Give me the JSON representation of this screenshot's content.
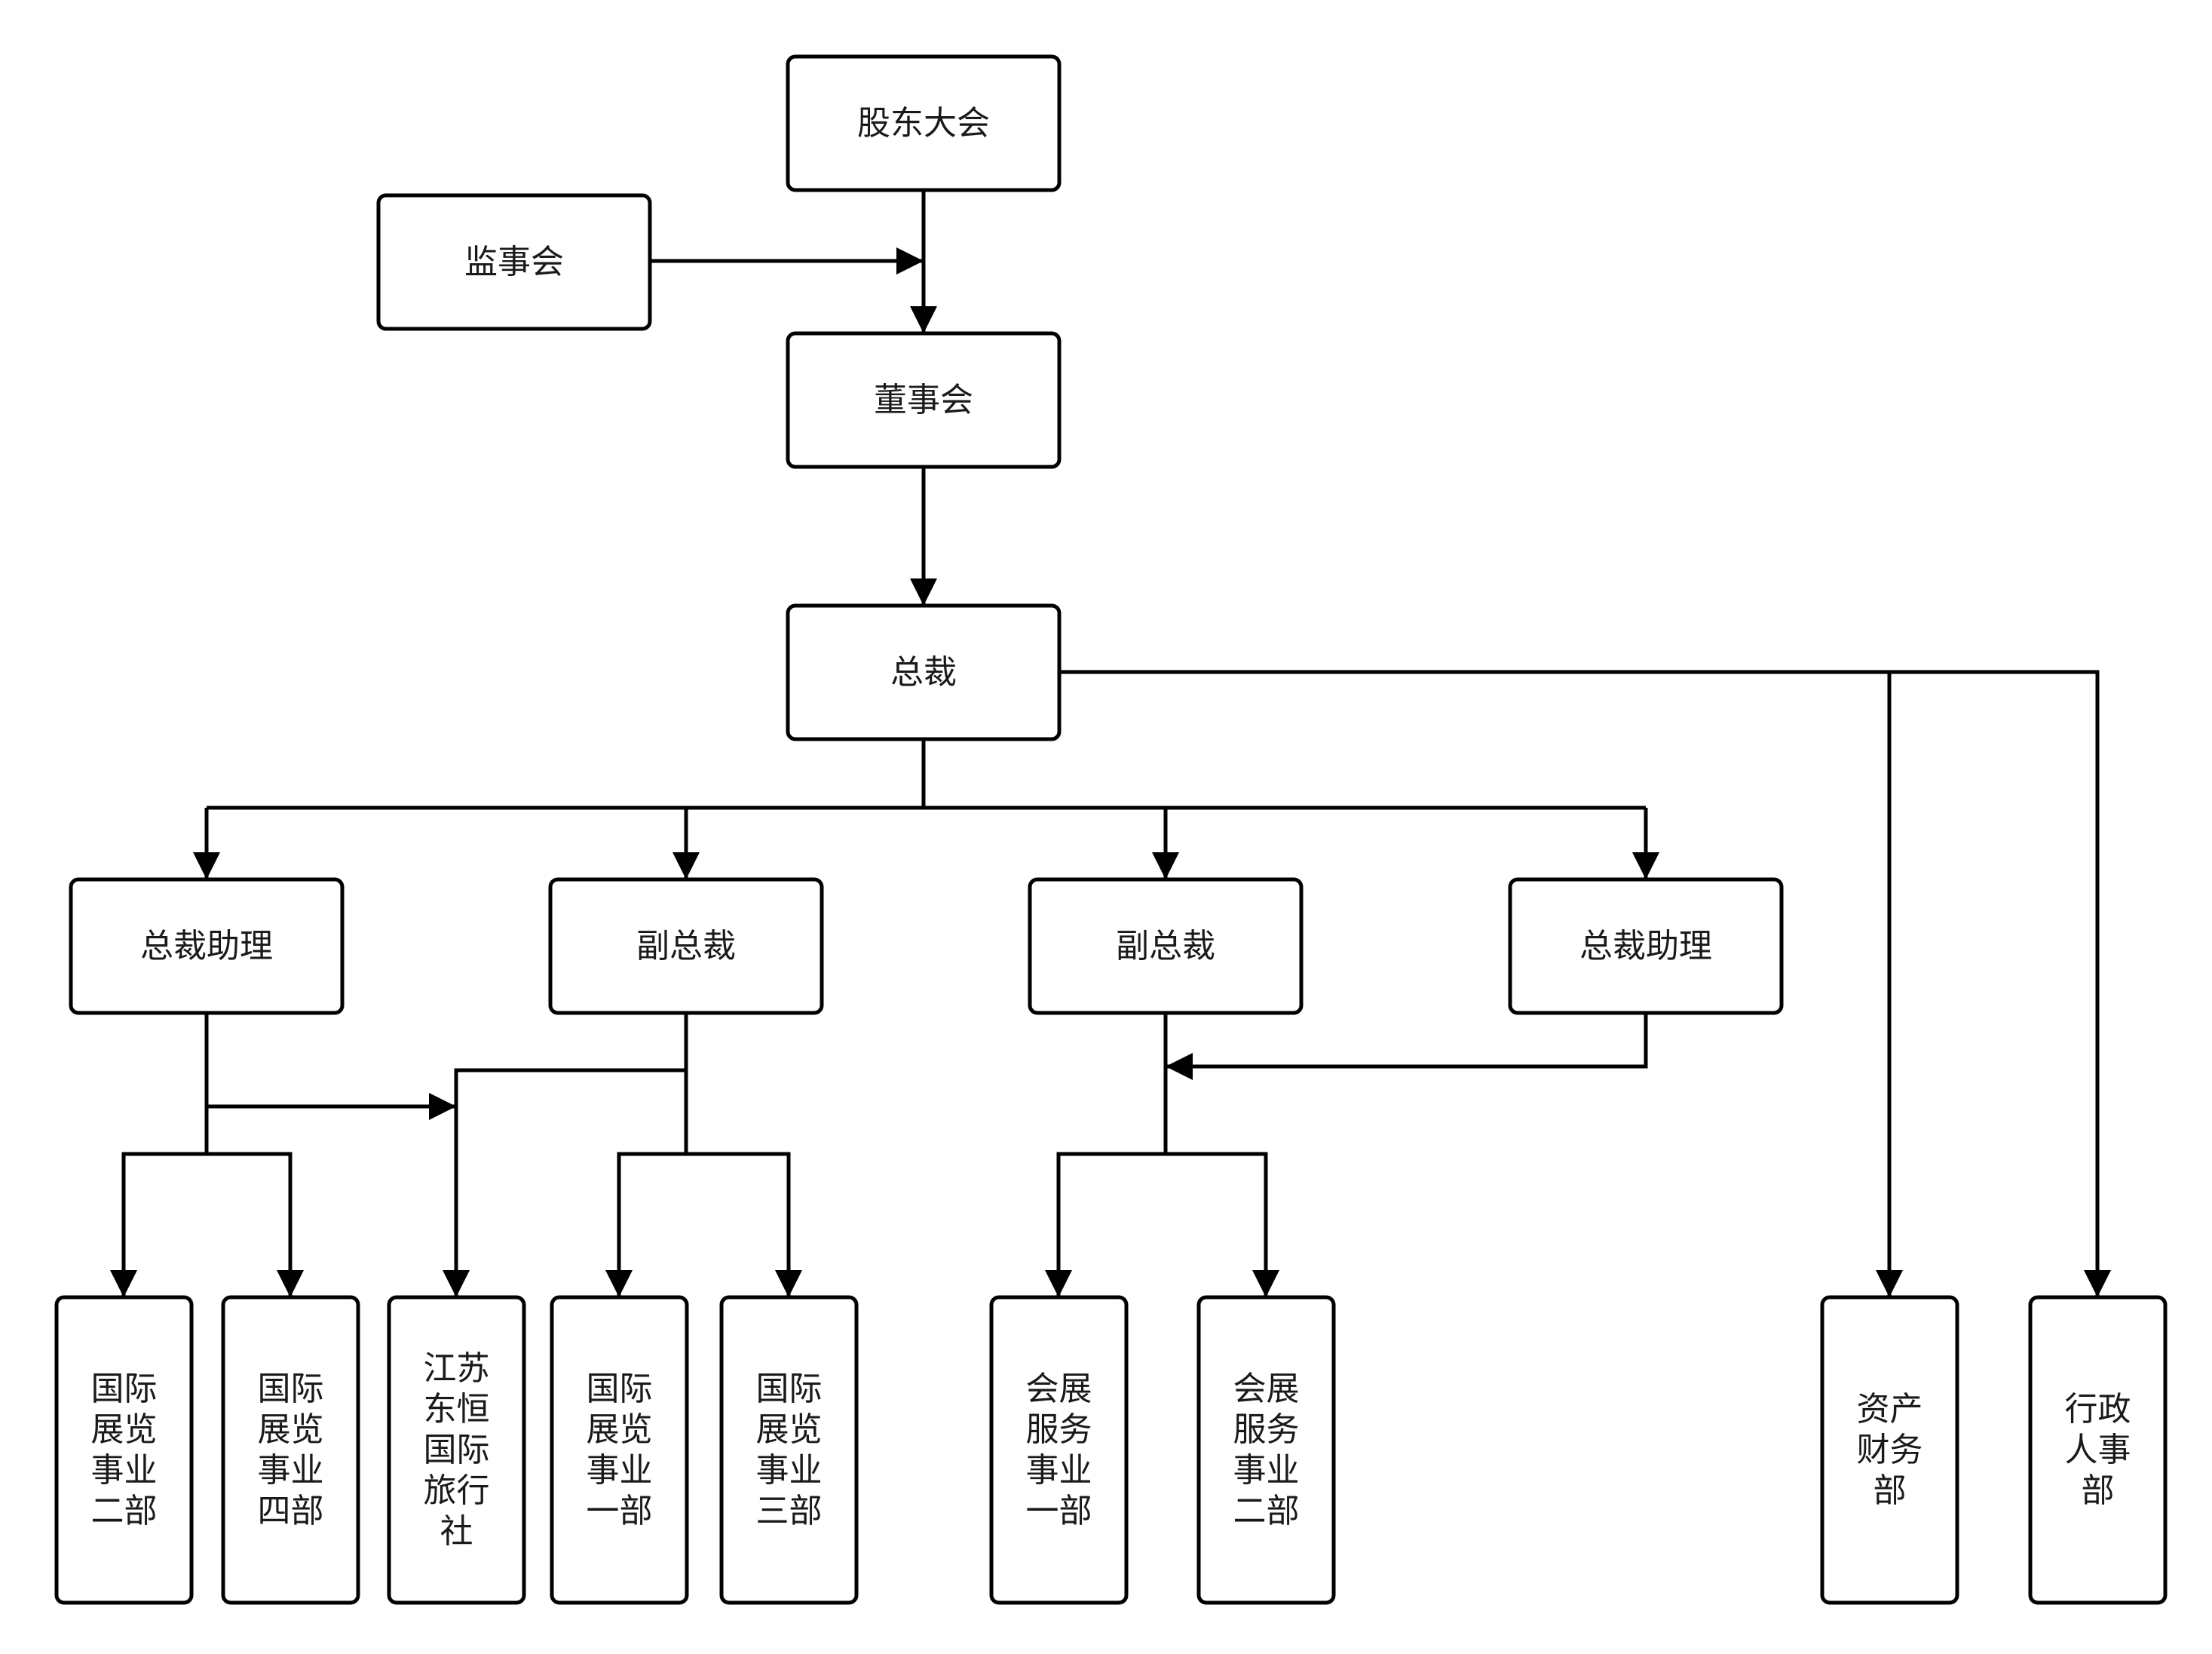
{
  "diagram": {
    "type": "org-chart",
    "nodes": [
      {
        "id": "shareholders",
        "label": "股东大会"
      },
      {
        "id": "supervisors",
        "label": "监事会"
      },
      {
        "id": "board",
        "label": "董事会"
      },
      {
        "id": "president",
        "label": "总裁"
      },
      {
        "id": "assistant_left",
        "label": "总裁助理"
      },
      {
        "id": "vp_left",
        "label": "副总裁"
      },
      {
        "id": "vp_right",
        "label": "副总裁"
      },
      {
        "id": "assistant_right",
        "label": "总裁助理"
      },
      {
        "id": "expo2",
        "label": "国际展览事业二部"
      },
      {
        "id": "expo4",
        "label": "国际展览事业四部"
      },
      {
        "id": "travel",
        "label": "江苏东恒国际旅行社"
      },
      {
        "id": "expo1",
        "label": "国际展览事业一部"
      },
      {
        "id": "expo3",
        "label": "国际展览事业三部"
      },
      {
        "id": "conv1",
        "label": "会展服务事业一部"
      },
      {
        "id": "conv2",
        "label": "会展服务事业二部"
      },
      {
        "id": "finance",
        "label": "资产财务部"
      },
      {
        "id": "admin",
        "label": "行政人事部"
      }
    ],
    "edges": [
      {
        "from": "shareholders",
        "to": "board"
      },
      {
        "from": "supervisors",
        "to": "board"
      },
      {
        "from": "board",
        "to": "president"
      },
      {
        "from": "president",
        "to": "assistant_left"
      },
      {
        "from": "president",
        "to": "vp_left"
      },
      {
        "from": "president",
        "to": "vp_right"
      },
      {
        "from": "president",
        "to": "assistant_right"
      },
      {
        "from": "president",
        "to": "finance"
      },
      {
        "from": "president",
        "to": "admin"
      },
      {
        "from": "assistant_left",
        "to": "expo2"
      },
      {
        "from": "assistant_left",
        "to": "expo4"
      },
      {
        "from": "assistant_left",
        "to": "travel"
      },
      {
        "from": "vp_left",
        "to": "travel"
      },
      {
        "from": "vp_left",
        "to": "expo1"
      },
      {
        "from": "vp_left",
        "to": "expo3"
      },
      {
        "from": "vp_right",
        "to": "conv1"
      },
      {
        "from": "vp_right",
        "to": "conv2"
      },
      {
        "from": "assistant_right",
        "to": "conv1"
      },
      {
        "from": "assistant_right",
        "to": "conv2"
      }
    ]
  }
}
